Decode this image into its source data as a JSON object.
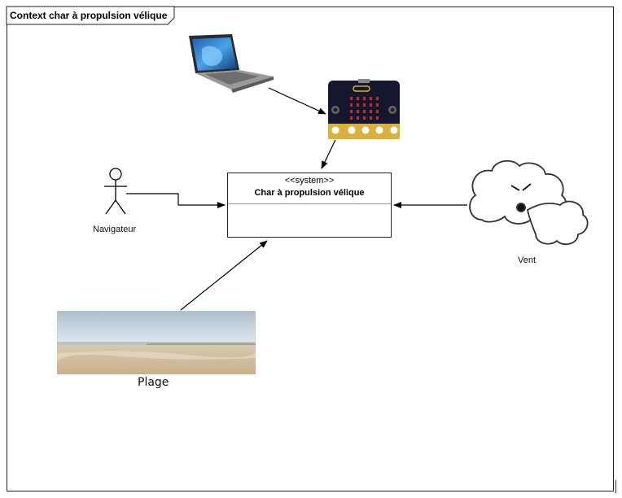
{
  "diagram": {
    "title": "Context char à propulsion vélique",
    "system": {
      "stereotype": "<<system>>",
      "name": "Char à propulsion vélique"
    },
    "actors": {
      "navigateur": "Navigateur",
      "vent": "Vent",
      "plage": "Plage"
    },
    "icons": {
      "laptop": "laptop-icon",
      "microbit": "microbit-board-icon",
      "actor": "stick-figure-icon",
      "wind": "wind-cloud-icon",
      "beach": "beach-photo-icon"
    }
  }
}
